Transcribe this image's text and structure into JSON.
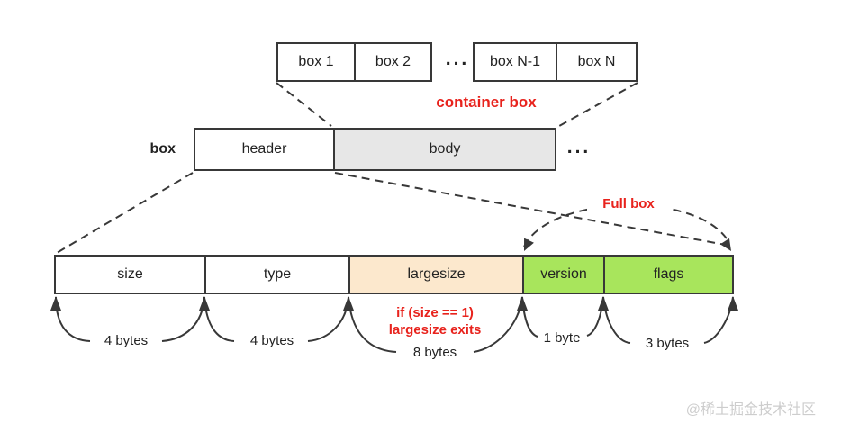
{
  "top_row": {
    "box1": "box 1",
    "box2": "box 2",
    "ellipsis": "...",
    "boxN1": "box N-1",
    "boxN": "box N",
    "caption": "container box"
  },
  "middle_row": {
    "side_label": "box",
    "header": "header",
    "body": "body",
    "ellipsis": "..."
  },
  "bottom_row": {
    "size": "size",
    "type": "type",
    "largesize": "largesize",
    "version": "version",
    "flags": "flags"
  },
  "annotations": {
    "full_box": "Full box",
    "condition_line1": "if (size == 1)",
    "condition_line2": "largesize exits",
    "span_size": "4 bytes",
    "span_type": "4 bytes",
    "span_largesize": "8 bytes",
    "span_version": "1 byte",
    "span_flags": "3 bytes"
  },
  "watermark": "@稀土掘金技术社区",
  "colors": {
    "line": "#383838",
    "accent_red": "#e8231d",
    "body_fill": "#e7e7e7",
    "largesize_fill": "#fce8cd",
    "fullbox_fill": "#a8e55c",
    "watermark_gray": "#cdcdcd"
  }
}
